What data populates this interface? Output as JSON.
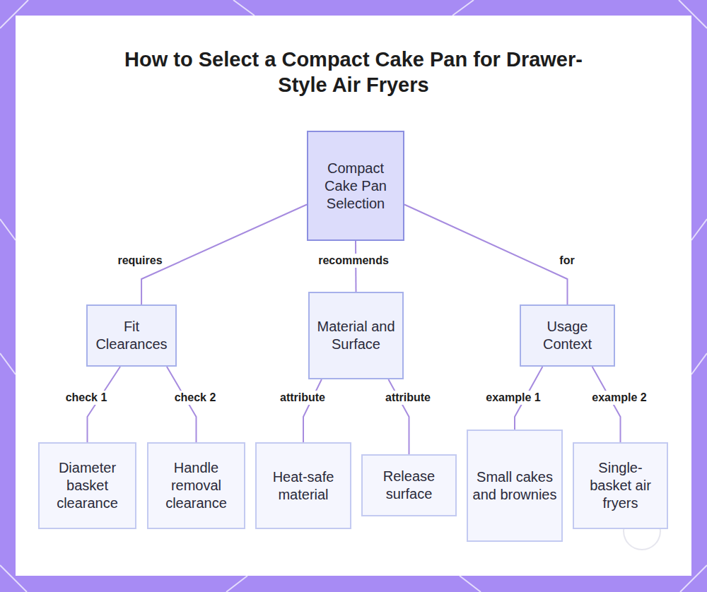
{
  "diagram": {
    "title": "How to Select a Compact Cake Pan for Drawer-Style Air Fryers",
    "nodes": [
      {
        "text": [
          "Compact Cake Pan Selection"
        ]
      },
      {
        "text": [
          "Fit Clearances"
        ]
      },
      {
        "text": [
          "Material and Surface"
        ]
      },
      {
        "text": [
          "Usage Context"
        ]
      },
      {
        "text": [
          "Diameter basket clearance"
        ]
      },
      {
        "text": [
          "Handle removal clearance"
        ]
      },
      {
        "text": [
          "Heat-safe material"
        ]
      },
      {
        "text": [
          "Release surface"
        ]
      },
      {
        "text": [
          "Small cakes and brownies"
        ]
      },
      {
        "text": [
          "Single-basket air fryers"
        ]
      }
    ],
    "edges": [
      {
        "from": 0,
        "to": 1,
        "label": "requires",
        "arrow": "none"
      },
      {
        "from": 0,
        "to": 2,
        "label": "recommends",
        "arrow": "none"
      },
      {
        "from": 0,
        "to": 3,
        "label": "for",
        "arrow": "none"
      },
      {
        "from": 1,
        "to": 4,
        "label": "check 1",
        "arrow": "none"
      },
      {
        "from": 1,
        "to": 5,
        "label": "check 2",
        "arrow": "none"
      },
      {
        "from": 2,
        "to": 6,
        "label": "attribute",
        "arrow": "none"
      },
      {
        "from": 2,
        "to": 7,
        "label": "attribute",
        "arrow": "none"
      },
      {
        "from": 3,
        "to": 8,
        "label": "example 1",
        "arrow": "none"
      },
      {
        "from": 3,
        "to": 9,
        "label": "example 2",
        "arrow": "none"
      }
    ]
  }
}
